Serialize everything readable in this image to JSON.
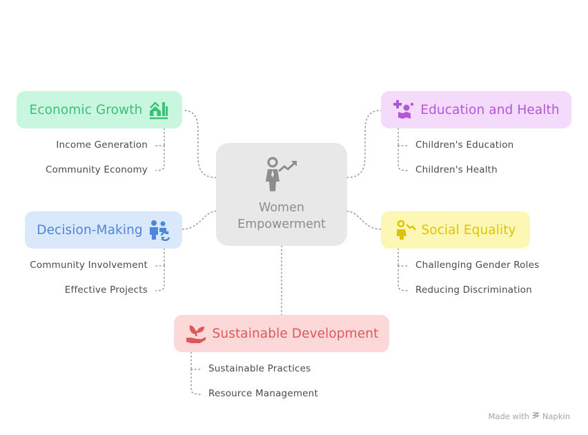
{
  "center": {
    "title_line1": "Women",
    "title_line2": "Empowerment",
    "icon": "person-chart-icon",
    "color": "#8d8d8d"
  },
  "branches": {
    "economic": {
      "title": "Economic Growth",
      "icon": "growth-chart-icon",
      "color": "#3bbf79",
      "bg": "#c9f6df",
      "items": [
        "Income Generation",
        "Community Economy"
      ]
    },
    "education": {
      "title": "Education and Health",
      "icon": "health-education-icon",
      "color": "#b456d8",
      "bg": "#f4dbfb",
      "items": [
        "Children's Education",
        "Children's Health"
      ]
    },
    "decision": {
      "title": "Decision-Making",
      "icon": "people-exchange-icon",
      "color": "#4e86d8",
      "bg": "#d9e8fb",
      "items": [
        "Community Involvement",
        "Effective Projects"
      ]
    },
    "social": {
      "title": "Social Equality",
      "icon": "equality-person-icon",
      "color": "#dcc500",
      "bg": "#fdf7b5",
      "items": [
        "Challenging Gender Roles",
        "Reducing Discrimination"
      ]
    },
    "sustainable": {
      "title": "Sustainable Development",
      "icon": "plant-hand-icon",
      "color": "#dd5959",
      "bg": "#fdd8d8",
      "items": [
        "Sustainable Practices",
        "Resource Management"
      ]
    }
  },
  "footer": {
    "made_with": "Made with",
    "brand": "Napkin"
  }
}
